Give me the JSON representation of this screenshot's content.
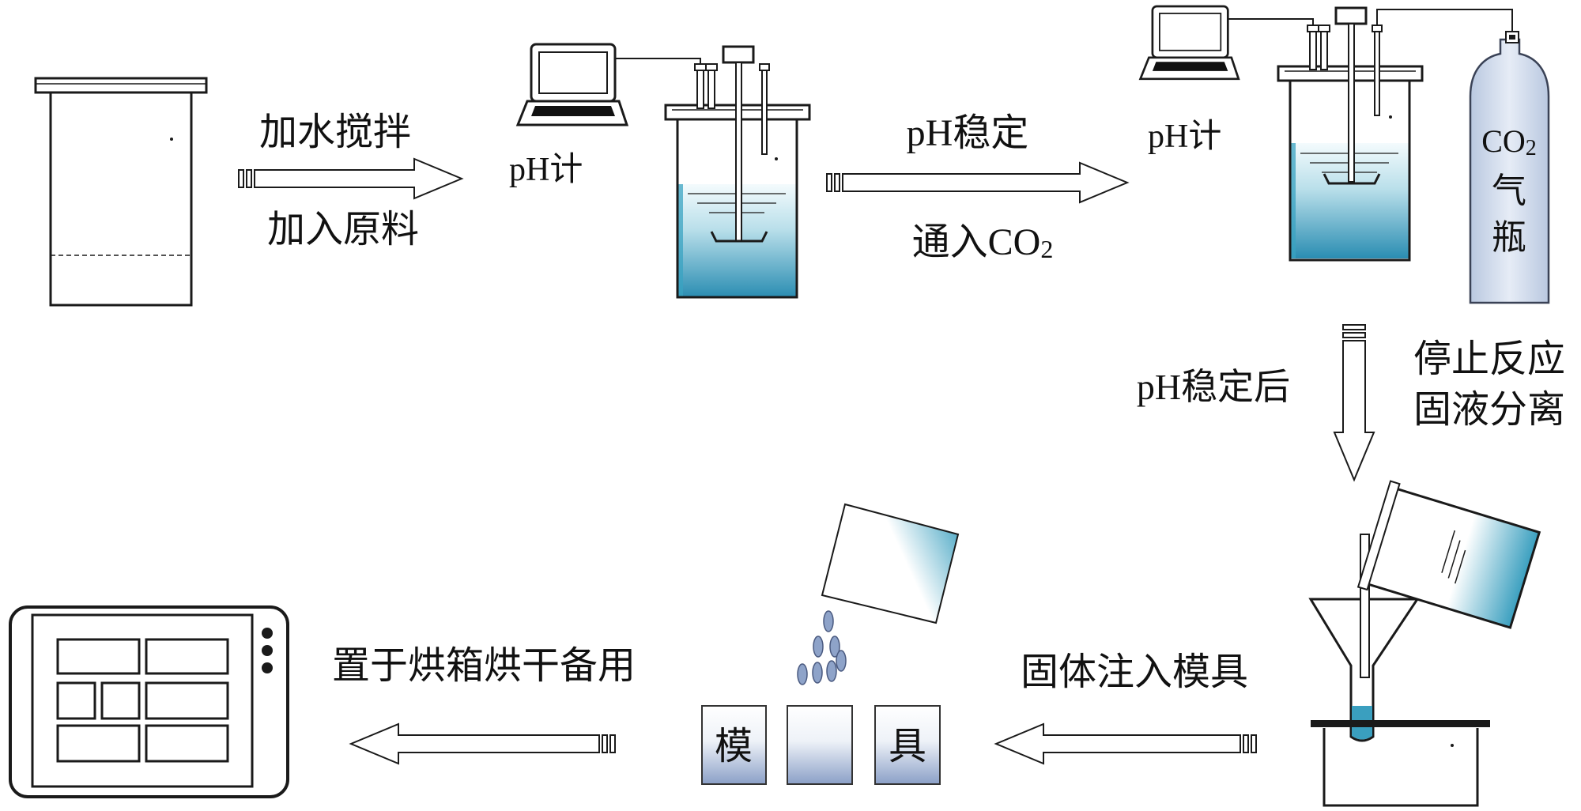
{
  "stage_1": {
    "arrow_label_top": "加水搅拌",
    "arrow_label_bottom": "加入原料"
  },
  "stage_2": {
    "ph_meter_label": "pH计",
    "arrow_label_top": "pH稳定",
    "arrow_label_bottom": {
      "main": "通入CO",
      "subscript": "2"
    }
  },
  "stage_3": {
    "ph_meter_label": "pH计",
    "gas_cylinder_label": {
      "main": "CO",
      "subscript": "2",
      "line_2": "气",
      "line_3": "瓶"
    },
    "arrow_label_left": "pH稳定后",
    "arrow_label_right": [
      "停止反应",
      "固液分离"
    ]
  },
  "stage_4": {
    "arrow_label": "固体注入模具"
  },
  "stage_5": {
    "mold_labels": [
      "模",
      "具"
    ],
    "arrow_label": "置于烘箱烘干备用"
  },
  "colors": {
    "outline": "#1a1a1a",
    "liquid": "#2a8db2",
    "liquid_light": "#b9dfea",
    "mold_fill": "#8ba0c7",
    "cylinder_fill": "#b9c8e0",
    "plate_fill": "#3a9fbf"
  }
}
